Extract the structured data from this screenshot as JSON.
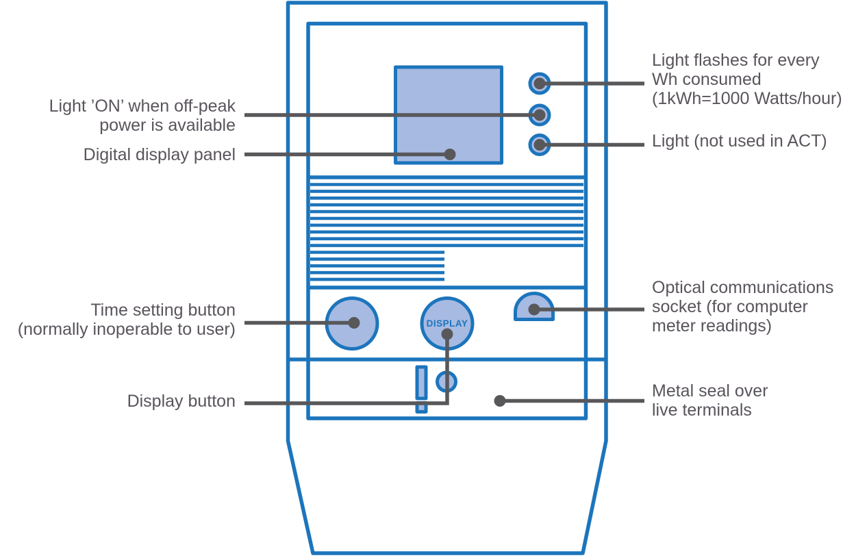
{
  "colors": {
    "blue": "#1C75BC",
    "fill": "#A7BAE2",
    "gray": "#58585B",
    "text": "#5A545C"
  },
  "meter": {
    "display_button_label": "DISPLAY",
    "label_area": {
      "full_lines": 10,
      "short_lines": 5
    }
  },
  "annotations": {
    "left": [
      {
        "id": "offpeak-light",
        "lines": [
          "Light ’ON’ when off-peak",
          "power is available"
        ]
      },
      {
        "id": "digital-display-panel",
        "lines": [
          "Digital display panel"
        ]
      },
      {
        "id": "time-setting-button",
        "lines": [
          "Time setting button",
          "(normally inoperable to user)"
        ]
      },
      {
        "id": "display-button",
        "lines": [
          "Display button"
        ]
      }
    ],
    "right": [
      {
        "id": "wh-pulse-light",
        "lines": [
          "Light flashes for every",
          "Wh consumed",
          "(1kWh=1000 Watts/hour)"
        ]
      },
      {
        "id": "act-light",
        "lines": [
          "Light (not used in ACT)"
        ]
      },
      {
        "id": "optical-socket",
        "lines": [
          "Optical communications",
          "socket (for computer",
          "meter readings)"
        ]
      },
      {
        "id": "metal-seal",
        "lines": [
          "Metal seal over",
          "live terminals"
        ]
      }
    ]
  }
}
